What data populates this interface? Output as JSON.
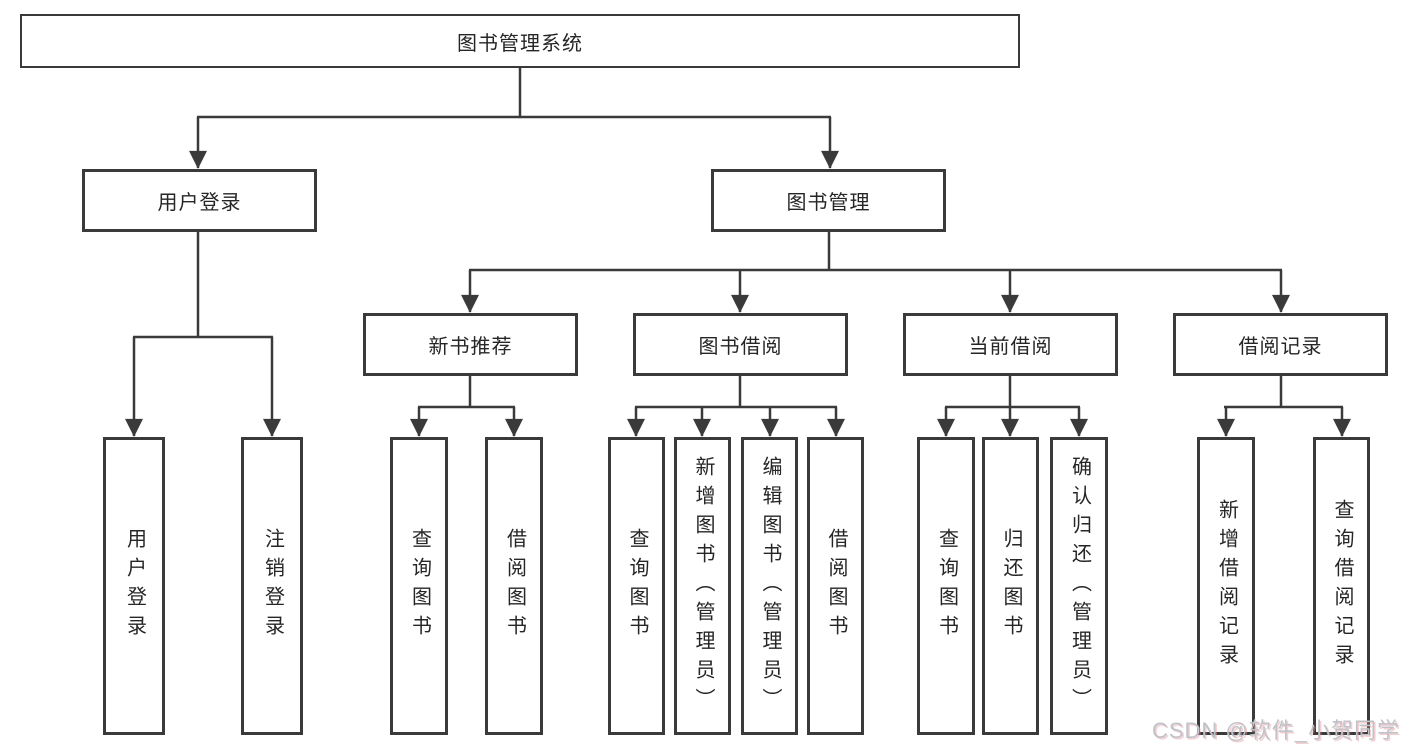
{
  "root": {
    "label": "图书管理系统"
  },
  "branches": [
    {
      "label": "用户登录",
      "children": [
        {
          "label": "用户登录"
        },
        {
          "label": "注销登录"
        }
      ]
    },
    {
      "label": "图书管理",
      "children": [
        {
          "label": "新书推荐",
          "children": [
            {
              "label": "查询图书"
            },
            {
              "label": "借阅图书"
            }
          ]
        },
        {
          "label": "图书借阅",
          "children": [
            {
              "label": "查询图书"
            },
            {
              "label": "新增图书（管理员）"
            },
            {
              "label": "编辑图书（管理员）"
            },
            {
              "label": "借阅图书"
            }
          ]
        },
        {
          "label": "当前借阅",
          "children": [
            {
              "label": "查询图书"
            },
            {
              "label": "归还图书"
            },
            {
              "label": "确认归还（管理员）"
            }
          ]
        },
        {
          "label": "借阅记录",
          "children": [
            {
              "label": "新增借阅记录"
            },
            {
              "label": "查询借阅记录"
            }
          ]
        }
      ]
    }
  ],
  "watermark": {
    "text": "CSDN @软件_小贺同学"
  },
  "colors": {
    "line": "#3a3a3a",
    "box_border": "#3a3a3a",
    "text": "#262626",
    "background": "#ffffff",
    "watermark_gray": "#bfc3c9",
    "watermark_pink": "#e9969c"
  }
}
